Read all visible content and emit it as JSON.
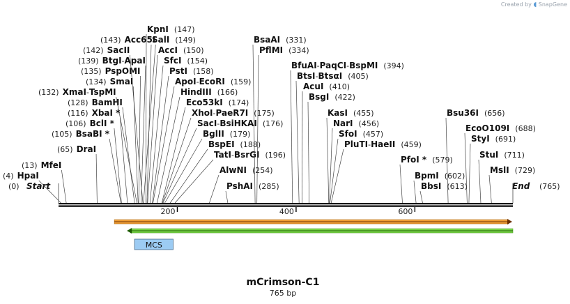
{
  "branding": {
    "created_by": "Created by",
    "product": "SnapGene"
  },
  "map": {
    "name": "mCrimson-C1",
    "size_label": "765 bp",
    "length": 765,
    "start_label": "Start",
    "start_pos": "(0)",
    "end_label": "End",
    "end_pos": "(765)",
    "ticks": [
      {
        "pos": 200,
        "label": "200"
      },
      {
        "pos": 400,
        "label": "400"
      },
      {
        "pos": 600,
        "label": "600"
      }
    ],
    "colors": {
      "backbone": "#000000",
      "feature_orange": "#f2a13a",
      "feature_green": "#7ad84a",
      "mcs_fill": "#9ccbf3",
      "mcs_border": "#4a6b8a",
      "leader": "#444444"
    },
    "features": [
      {
        "name": "",
        "type": "arrow",
        "direction": "forward",
        "start": 94,
        "end": 765,
        "color": "#f2a13a"
      },
      {
        "name": "",
        "type": "arrow",
        "direction": "reverse",
        "start": 114,
        "end": 765,
        "color": "#7ad84a"
      },
      {
        "name": "MCS",
        "type": "box",
        "start": 128,
        "end": 193
      }
    ],
    "sites": [
      {
        "name": "HpaI",
        "pos": "(4)",
        "cut": 4,
        "pos_first": true
      },
      {
        "name": "MfeI",
        "pos": "(13)",
        "cut": 13,
        "pos_first": true
      },
      {
        "name": "DraI",
        "pos": "(65)",
        "cut": 65,
        "pos_first": true
      },
      {
        "name": "BsaBI *",
        "pos": "(105)",
        "cut": 105,
        "pos_first": true
      },
      {
        "name": "BclI *",
        "pos": "(106)",
        "cut": 106,
        "pos_first": true
      },
      {
        "name": "XbaI *",
        "pos": "(116)",
        "cut": 116,
        "pos_first": true
      },
      {
        "name": "BamHI",
        "pos": "(128)",
        "cut": 128,
        "pos_first": true
      },
      {
        "name": "XmaI - TspMI",
        "pos": "(132)",
        "cut": 132,
        "pos_first": true
      },
      {
        "name": "SmaI",
        "pos": "(134)",
        "cut": 134,
        "pos_first": true
      },
      {
        "name": "PspOMI",
        "pos": "(135)",
        "cut": 135,
        "pos_first": true
      },
      {
        "name": "BtgI - ApaI",
        "pos": "(139)",
        "cut": 139,
        "pos_first": true
      },
      {
        "name": "SacII",
        "pos": "(142)",
        "cut": 142,
        "pos_first": true
      },
      {
        "name": "Acc65I",
        "pos": "(143)",
        "cut": 143,
        "pos_first": true
      },
      {
        "name": "KpnI",
        "pos": "(147)",
        "cut": 147,
        "pos_first": false
      },
      {
        "name": "SalI",
        "pos": "(149)",
        "cut": 149,
        "pos_first": false
      },
      {
        "name": "AccI",
        "pos": "(150)",
        "cut": 150,
        "pos_first": false
      },
      {
        "name": "SfcI",
        "pos": "(154)",
        "cut": 154,
        "pos_first": false
      },
      {
        "name": "PstI",
        "pos": "(158)",
        "cut": 158,
        "pos_first": false
      },
      {
        "name": "ApoI - EcoRI",
        "pos": "(159)",
        "cut": 159,
        "pos_first": false
      },
      {
        "name": "HindIII",
        "pos": "(166)",
        "cut": 166,
        "pos_first": false
      },
      {
        "name": "Eco53kI",
        "pos": "(174)",
        "cut": 174,
        "pos_first": false
      },
      {
        "name": "XhoI - PaeR7I",
        "pos": "(175)",
        "cut": 175,
        "pos_first": false
      },
      {
        "name": "SacI - BsiHKAI",
        "pos": "(176)",
        "cut": 176,
        "pos_first": false
      },
      {
        "name": "BglII",
        "pos": "(179)",
        "cut": 179,
        "pos_first": false
      },
      {
        "name": "BspEI",
        "pos": "(188)",
        "cut": 188,
        "pos_first": false
      },
      {
        "name": "TatI - BsrGI",
        "pos": "(196)",
        "cut": 196,
        "pos_first": false
      },
      {
        "name": "AlwNI",
        "pos": "(254)",
        "cut": 254,
        "pos_first": false
      },
      {
        "name": "PshAI",
        "pos": "(285)",
        "cut": 285,
        "pos_first": false
      },
      {
        "name": "BsaAI",
        "pos": "(331)",
        "cut": 331,
        "pos_first": false
      },
      {
        "name": "PflMI",
        "pos": "(334)",
        "cut": 334,
        "pos_first": false
      },
      {
        "name": "BfuAI - PaqCI - BspMI",
        "pos": "(394)",
        "cut": 394,
        "pos_first": false
      },
      {
        "name": "BtsI - BtsαI",
        "pos": "(405)",
        "cut": 405,
        "pos_first": false
      },
      {
        "name": "AcuI",
        "pos": "(410)",
        "cut": 410,
        "pos_first": false
      },
      {
        "name": "BsgI",
        "pos": "(422)",
        "cut": 422,
        "pos_first": false
      },
      {
        "name": "KasI",
        "pos": "(455)",
        "cut": 455,
        "pos_first": false
      },
      {
        "name": "NarI",
        "pos": "(456)",
        "cut": 456,
        "pos_first": false
      },
      {
        "name": "SfoI",
        "pos": "(457)",
        "cut": 457,
        "pos_first": false
      },
      {
        "name": "PluTI - HaeII",
        "pos": "(459)",
        "cut": 459,
        "pos_first": false
      },
      {
        "name": "PfoI *",
        "pos": "(579)",
        "cut": 579,
        "pos_first": false
      },
      {
        "name": "BpmI",
        "pos": "(602)",
        "cut": 602,
        "pos_first": false
      },
      {
        "name": "BbsI",
        "pos": "(613)",
        "cut": 613,
        "pos_first": false
      },
      {
        "name": "Bsu36I",
        "pos": "(656)",
        "cut": 656,
        "pos_first": false
      },
      {
        "name": "EcoO109I",
        "pos": "(688)",
        "cut": 688,
        "pos_first": false
      },
      {
        "name": "StyI",
        "pos": "(691)",
        "cut": 691,
        "pos_first": false
      },
      {
        "name": "StuI",
        "pos": "(711)",
        "cut": 711,
        "pos_first": false
      },
      {
        "name": "MslI",
        "pos": "(729)",
        "cut": 729,
        "pos_first": false
      }
    ]
  }
}
